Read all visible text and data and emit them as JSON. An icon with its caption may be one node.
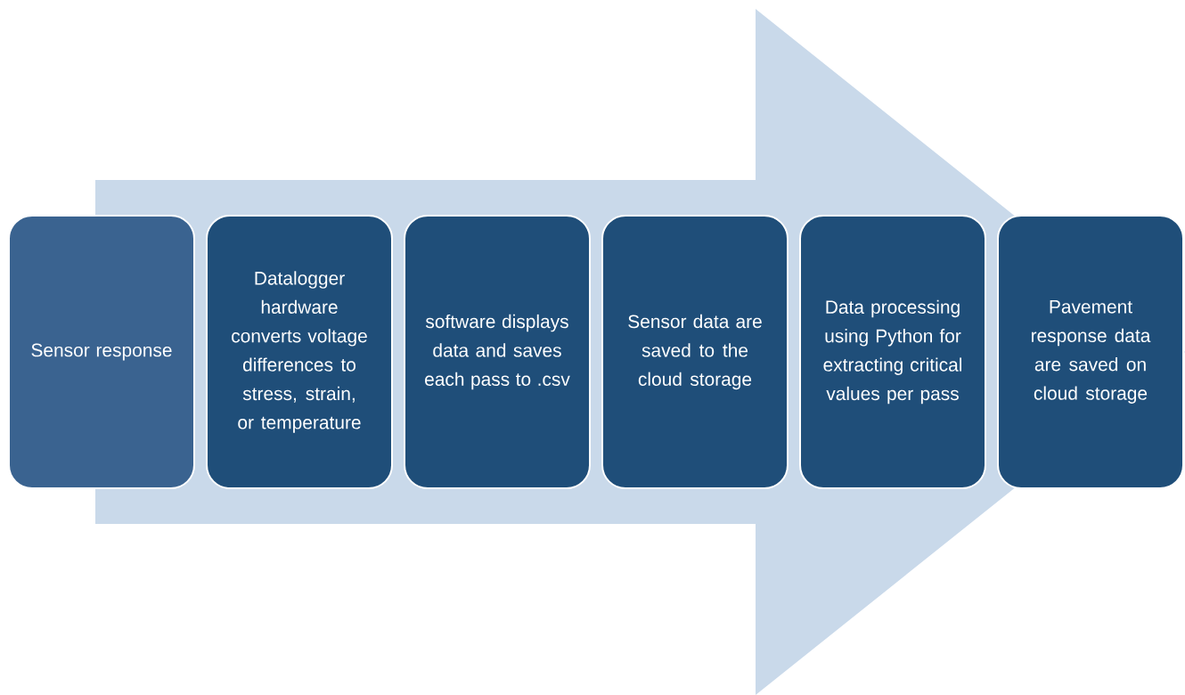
{
  "diagram": {
    "nodes": [
      {
        "text": [
          "Sensor response"
        ]
      },
      {
        "text": [
          "Datalogger hardware converts voltage differences to stress, strain, or temperature"
        ]
      },
      {
        "text": [
          "software displays data and saves each pass to .csv"
        ]
      },
      {
        "text": [
          "Sensor data are saved to the cloud storage"
        ]
      },
      {
        "text": [
          "Data processing using Python for extracting critical values per pass"
        ]
      },
      {
        "text": [
          "Pavement response data are saved on cloud storage"
        ]
      }
    ],
    "edges": [
      {
        "from": 0,
        "to": 5,
        "arrow": "to"
      }
    ]
  }
}
